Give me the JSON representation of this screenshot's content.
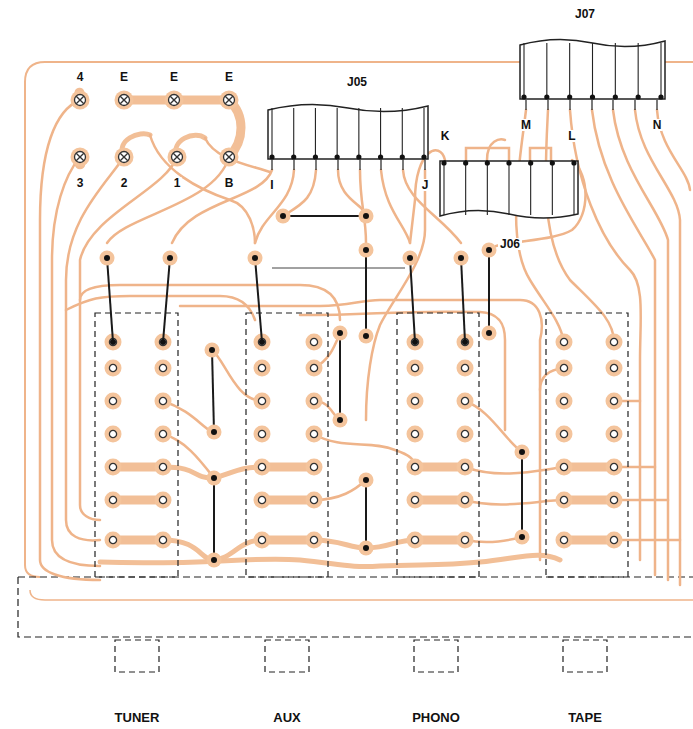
{
  "diagram": {
    "nodes": [
      {
        "text": [
          "J05"
        ]
      },
      {
        "text": [
          "J07"
        ]
      },
      {
        "text": [
          "J06"
        ]
      }
    ],
    "labels": [
      "4",
      "E",
      "E",
      "E",
      "3",
      "2",
      "1",
      "B",
      "I",
      "J",
      "K",
      "L",
      "M",
      "N",
      "TUNER",
      "AUX",
      "PHONO",
      "TAPE"
    ]
  }
}
